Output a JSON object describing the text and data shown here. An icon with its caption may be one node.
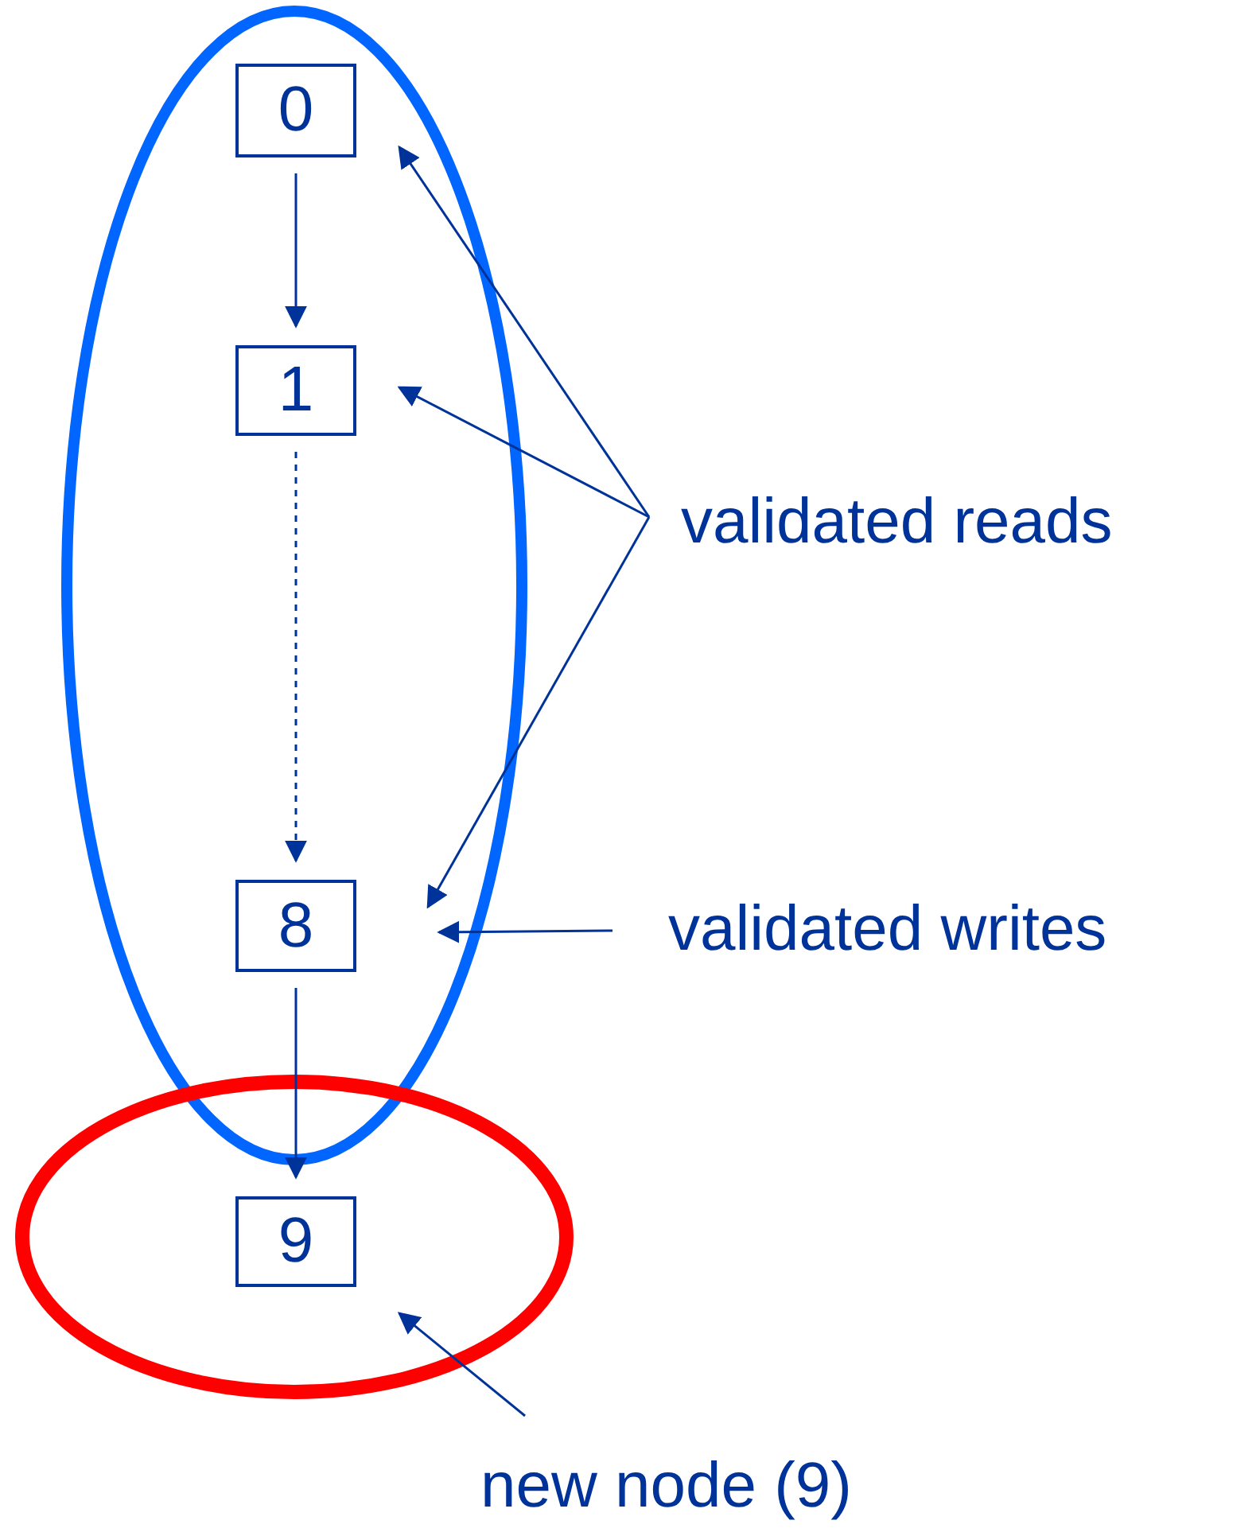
{
  "diagram": {
    "nodes": [
      {
        "text": [],
        "shape": "ellipse"
      },
      {
        "text": [
          "0"
        ],
        "in": 0
      },
      {
        "text": [
          "1"
        ],
        "in": 0
      },
      {
        "text": [
          "8"
        ],
        "in": 0
      },
      {
        "text": [],
        "shape": "ellipse"
      },
      {
        "text": [
          "9"
        ],
        "in": 4
      },
      {
        "text": [
          "validated reads"
        ]
      },
      {
        "text": [
          "validated writes"
        ]
      },
      {
        "text": [
          "new node (9)"
        ]
      }
    ],
    "edges": [
      {
        "from": 1,
        "to": 2,
        "arrow": "to"
      },
      {
        "from": 2,
        "to": 3,
        "arrow": "to",
        "style": "dashed"
      },
      {
        "from": 3,
        "to": 5,
        "arrow": "to"
      },
      {
        "from": 6,
        "to": 1,
        "arrow": "to"
      },
      {
        "from": 6,
        "to": 2,
        "arrow": "to"
      },
      {
        "from": 6,
        "to": 3,
        "arrow": "to"
      },
      {
        "from": 7,
        "to": 3,
        "arrow": "to"
      },
      {
        "from": 8,
        "to": 5,
        "arrow": "to"
      }
    ]
  }
}
